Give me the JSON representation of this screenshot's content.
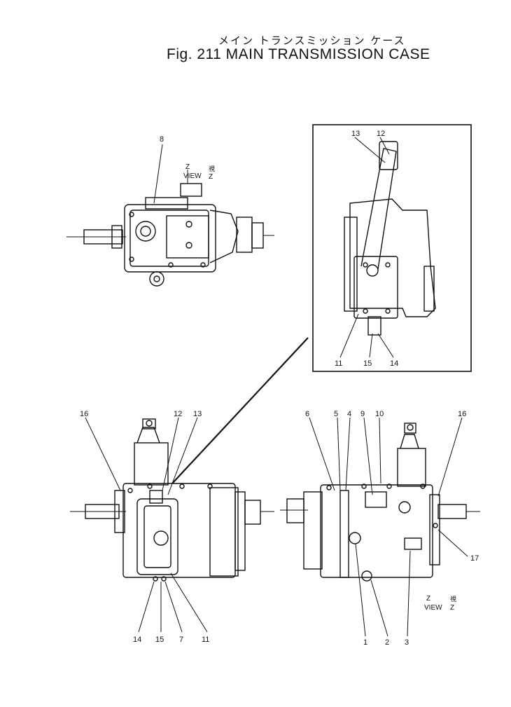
{
  "title": {
    "japanese": "メイン トランスミッション ケース",
    "english": "Fig. 211 MAIN TRANSMISSION CASE"
  },
  "view_labels": {
    "z_letter": "Z",
    "view_word": "VIEW",
    "kanji": "視"
  },
  "callouts": {
    "top_view": [
      "8"
    ],
    "inset": [
      "13",
      "12",
      "11",
      "15",
      "14"
    ],
    "left_view": [
      "16",
      "12",
      "13",
      "14",
      "15",
      "7",
      "11"
    ],
    "right_view": [
      "6",
      "5",
      "4",
      "9",
      "10",
      "16",
      "17",
      "1",
      "2",
      "3"
    ]
  },
  "colors": {
    "ink": "#111111",
    "paper": "#ffffff"
  }
}
